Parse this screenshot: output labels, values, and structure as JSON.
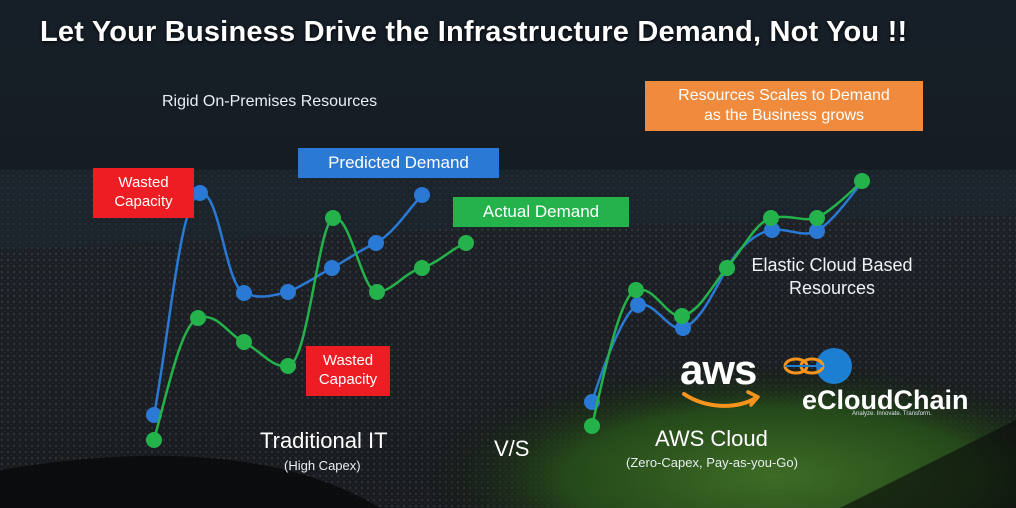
{
  "title": "Let Your Business Drive the Infrastructure Demand, Not You !!",
  "labels": {
    "rigid": "Rigid On-Premises Resources",
    "wasted_capacity_1": "Wasted Capacity",
    "wasted_capacity_2": "Wasted Capacity",
    "predicted_demand": "Predicted Demand",
    "actual_demand": "Actual Demand",
    "scales": "Resources Scales to Demand as the Business grows",
    "elastic": "Elastic Cloud Based Resources",
    "traditional": "Traditional IT",
    "traditional_sub": "(High Capex)",
    "vs": "V/S",
    "aws_cloud": "AWS Cloud",
    "aws_cloud_sub": "(Zero-Capex, Pay-as-you-Go)"
  },
  "logos": {
    "aws": "aws",
    "ecloudchain": "eCloudChain",
    "ecloudchain_tagline": "Analyze. Innovate. Transform."
  },
  "icons": {
    "aws_logo": "aws-smile-logo",
    "ecloudchain_logo": "chain-link-globe-icon"
  },
  "colors": {
    "predicted": "#2a79d4",
    "actual": "#24b34b",
    "wasted_badge": "#ee1d23",
    "scales_badge": "#f08a3c",
    "predicted_badge": "#2a79d4",
    "actual_badge": "#24b34b",
    "aws_smile": "#f7941d",
    "ecloud_blue": "#1c7fd1"
  }
}
